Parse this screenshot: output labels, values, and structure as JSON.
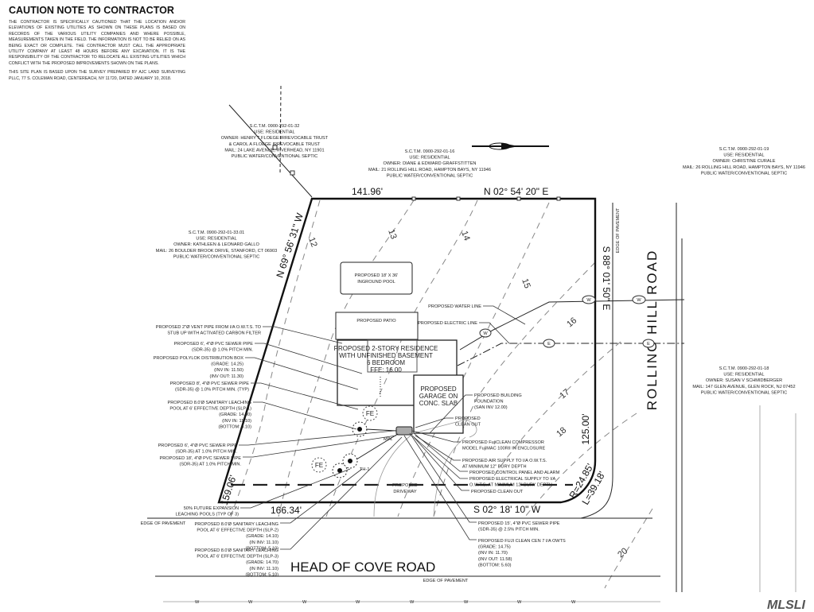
{
  "caution": {
    "title": "CAUTION NOTE TO CONTRACTOR",
    "body": "THE CONTRACTOR IS SPECIFICALLY CAUTIONED THAT THE LOCATION AND/OR ELEVATIONS OF EXISTING UTILITIES AS SHOWN ON THESE PLANS IS BASED ON RECORDS OF THE VARIOUS UTILITY COMPANIES AND WHERE POSSIBLE, MEASUREMENTS TAKEN IN THE FIELD. THE INFORMATION IS NOT TO BE RELIED ON AS BEING EXACT OR COMPLETE. THE CONTRACTOR MUST CALL THE APPROPRIATE UTILITY COMPANY AT LEAST 48 HOURS BEFORE ANY EXCAVATION. IT IS THE RESPONSIBILITY OF THE CONTRACTOR TO RELOCATE ALL EXISTING UTILITIES WHICH CONFLICT WITH THE PROPOSED IMPROVEMENTS SHOWN ON THE PLANS.",
    "survey": "THIS SITE PLAN IS BASED UPON THE SURVEY PREPARED BY AJC LAND SURVEYING PLLC, 77 S. COLEMAN ROAD, CENTEREACH, NY 11720, DATED JANUARY 10, 2018."
  },
  "owners": {
    "north_west": [
      "S.C.T.M. 0900-292-01-32",
      "USE: RESIDENTIAL",
      "OWNER: HENRY T FLOEGE IRREVOCABLE TRUST",
      "& CAROL A FLOEGE IRREVOCABLE TRUST",
      "MAIL: 24 LAKE AVENUE, RIVERHEAD, NY 11901",
      "PUBLIC WATER/CONVENTIONAL SEPTIC"
    ],
    "north": [
      "S.C.T.M. 0900-292-01-16",
      "USE: RESIDENTIAL",
      "OWNER: DIANE & EDWARD GRAFFSTITTEN",
      "MAIL: 21 ROLLING HILL ROAD, HAMPTON BAYS, NY 11946",
      "PUBLIC WATER/CONVENTIONAL SEPTIC"
    ],
    "north_east": [
      "S.C.T.M. 0900-292-01-19",
      "USE: RESIDENTIAL",
      "OWNER: CHRISTINE CURALE",
      "MAIL: 26 ROLLING HILL ROAD, HAMPTON BAYS, NY 11946",
      "PUBLIC WATER/CONVENTIONAL SEPTIC"
    ],
    "west": [
      "S.C.T.M. 0900-292-01-33.01",
      "USE: RESIDENTIAL",
      "OWNER: KATHLEEN & LEONARD GALLO",
      "MAIL: 26 BOULDER BROOK DRIVE, STANFORD, CT 06903",
      "PUBLIC WATER/CONVENTIONAL SEPTIC"
    ],
    "east": [
      "S.C.T.M. 0900-292-01-18",
      "USE: RESIDENTIAL",
      "OWNER: SUSAN V SCHMIDBERGER",
      "MAIL: 147 GLEN AVENUE, GLEN ROCK, NJ 07452",
      "PUBLIC WATER/CONVENTIONAL SEPTIC"
    ]
  },
  "dimensions": {
    "north_length": "141.96'",
    "north_bearing": "N 02° 54' 20\" E",
    "east_bearing": "S 88° 01' 50\" E",
    "east_length": "125.00'",
    "curve_radius": "R=24.85'",
    "curve_length": "L=39.18'",
    "south_bearing": "S 02° 18' 10\" W",
    "south_length": "166.34'",
    "west_length": "159.06'",
    "west_bearing": "N 69° 56' 31\" W"
  },
  "contours": [
    "12",
    "13",
    "14",
    "15",
    "16",
    "17",
    "18",
    "20"
  ],
  "roads": {
    "rolling_hill": "ROLLING HILL ROAD",
    "head_of_cove": "HEAD OF COVE ROAD",
    "edge_of_pavement": "EDGE OF PAVEMENT",
    "water_mark": "W"
  },
  "site": {
    "pool": [
      "PROPOSED 18' X 36'",
      "INGROUND POOL"
    ],
    "patio": "PROPOSED PATIO",
    "residence": [
      "PROPOSED 2-STORY RESIDENCE",
      "WITH UNFINISHED BASEMENT",
      "6 BEDROOM",
      "FFE: 16.00"
    ],
    "garage": [
      "PROPOSED",
      "GARAGE ON",
      "CONC. SLAB"
    ],
    "driveway": [
      "PROPOSED",
      "DRIVEWAY"
    ],
    "test_hole": "TH-1",
    "future_expansion": "FE",
    "water_tag": "W",
    "electric_tag": "E",
    "min_tag": "MIN."
  },
  "callouts": {
    "vent_pipe": [
      "PROPOSED 2\"Ø VENT PIPE FROM I/A O.W.T.S. TO",
      "STUB UP WITH ACTIVATED CARBON FILTER"
    ],
    "sewer_6a": [
      "PROPOSED 6', 4\"Ø PVC SEWER PIPE",
      "(SDR-35) @ 1.0% PITCH MIN."
    ],
    "dbox": [
      "PROPOSED POLYLOK DISTRIBUTION BOX",
      "(GRADE:      14.25)",
      "(INV IN:      11.50)",
      "(INV OUT:    11.30)"
    ],
    "sewer_8": [
      "PROPOSED 8', 4\"Ø PVC SEWER PIPE",
      "(SDR-35) @ 1.0% PITCH MIN. (TYP)"
    ],
    "slp1": [
      "PROPOSED 8.0'Ø SANITARY LEACHING",
      "POOL AT 6' EFFECTIVE DEPTH (SLP-1)",
      "(GRADE:      14.00)",
      "(INV IN:      11.10)",
      "(BOTTOM:      5.10)"
    ],
    "sewer_6b": [
      "PROPOSED 6', 4\"Ø PVC SEWER PIPE",
      "(SDR-35) AT 1.0% PITCH MIN."
    ],
    "sewer_18": [
      "PROPOSED 18', 4\"Ø PVC SEWER PIPE",
      "(SDR-35) AT 1.0% PITCH MIN."
    ],
    "future_pools": [
      "50% FUTURE EXPANSION",
      "LEACHING POOLS (TYP OF 3)"
    ],
    "slp2": [
      "PROPOSED 8.0'Ø SANITARY LEACHING",
      "POOL AT 6' EFFECTIVE DEPTH (SLP-2)",
      "(GRADE:      14.10)",
      "(IN INV:      11.10)",
      "(BOTTOM:      5.10)"
    ],
    "slp3": [
      "PROPOSED 8.0'Ø SANITARY LEACHING",
      "POOL AT 6' EFFECTIVE DEPTH (SLP-3)",
      "(GRADE:      14.70)",
      "(IN INV:      11.10)",
      "(BOTTOM:      5.10)"
    ],
    "water_line": [
      "PROPOSED WATER LINE"
    ],
    "electric_line": [
      "PROPOSED ELECTRIC LINE"
    ],
    "foundation": [
      "PROPOSED BUILDING",
      "FOUNDATION",
      "(SAN INV 12.00)"
    ],
    "clean_out_1": [
      "PROPOSED",
      "CLEAN OUT"
    ],
    "compressor": [
      "PROPOSED FujiCLEAN COMPRESSOR",
      "MODEL FujiMAC 100RII IN ENCLOSURE"
    ],
    "air_supply": [
      "PROPOSED AIR SUPPLY TO I/A O.W.T.S.",
      "AT MINIMUM 12\" BURY DEPTH"
    ],
    "control_panel": [
      "PROPOSED CONTROL PANEL AND ALARM"
    ],
    "electric_supply": [
      "PROPOSED ELECTRICAL SUPPLY TO I/A",
      "O.W.T.S. AT MINIMUM 12\" BURY DEPTH"
    ],
    "clean_out_2": [
      "PROPOSED CLEAN OUT"
    ],
    "sewer_15": [
      "PROPOSED 15', 4\"Ø PVC SEWER PIPE",
      "(SDR-35) @ 2.5% PITCH MIN."
    ],
    "fuji_owts": [
      "PROPOSED FUJI CLEAN CEN 7 I/A OWTS",
      "(GRADE:      14.75)",
      "(INV IN:      11.70)",
      "(INV OUT:    11.58)",
      "(BOTTOM:      5.60)"
    ]
  },
  "watermark": "MLSLI"
}
